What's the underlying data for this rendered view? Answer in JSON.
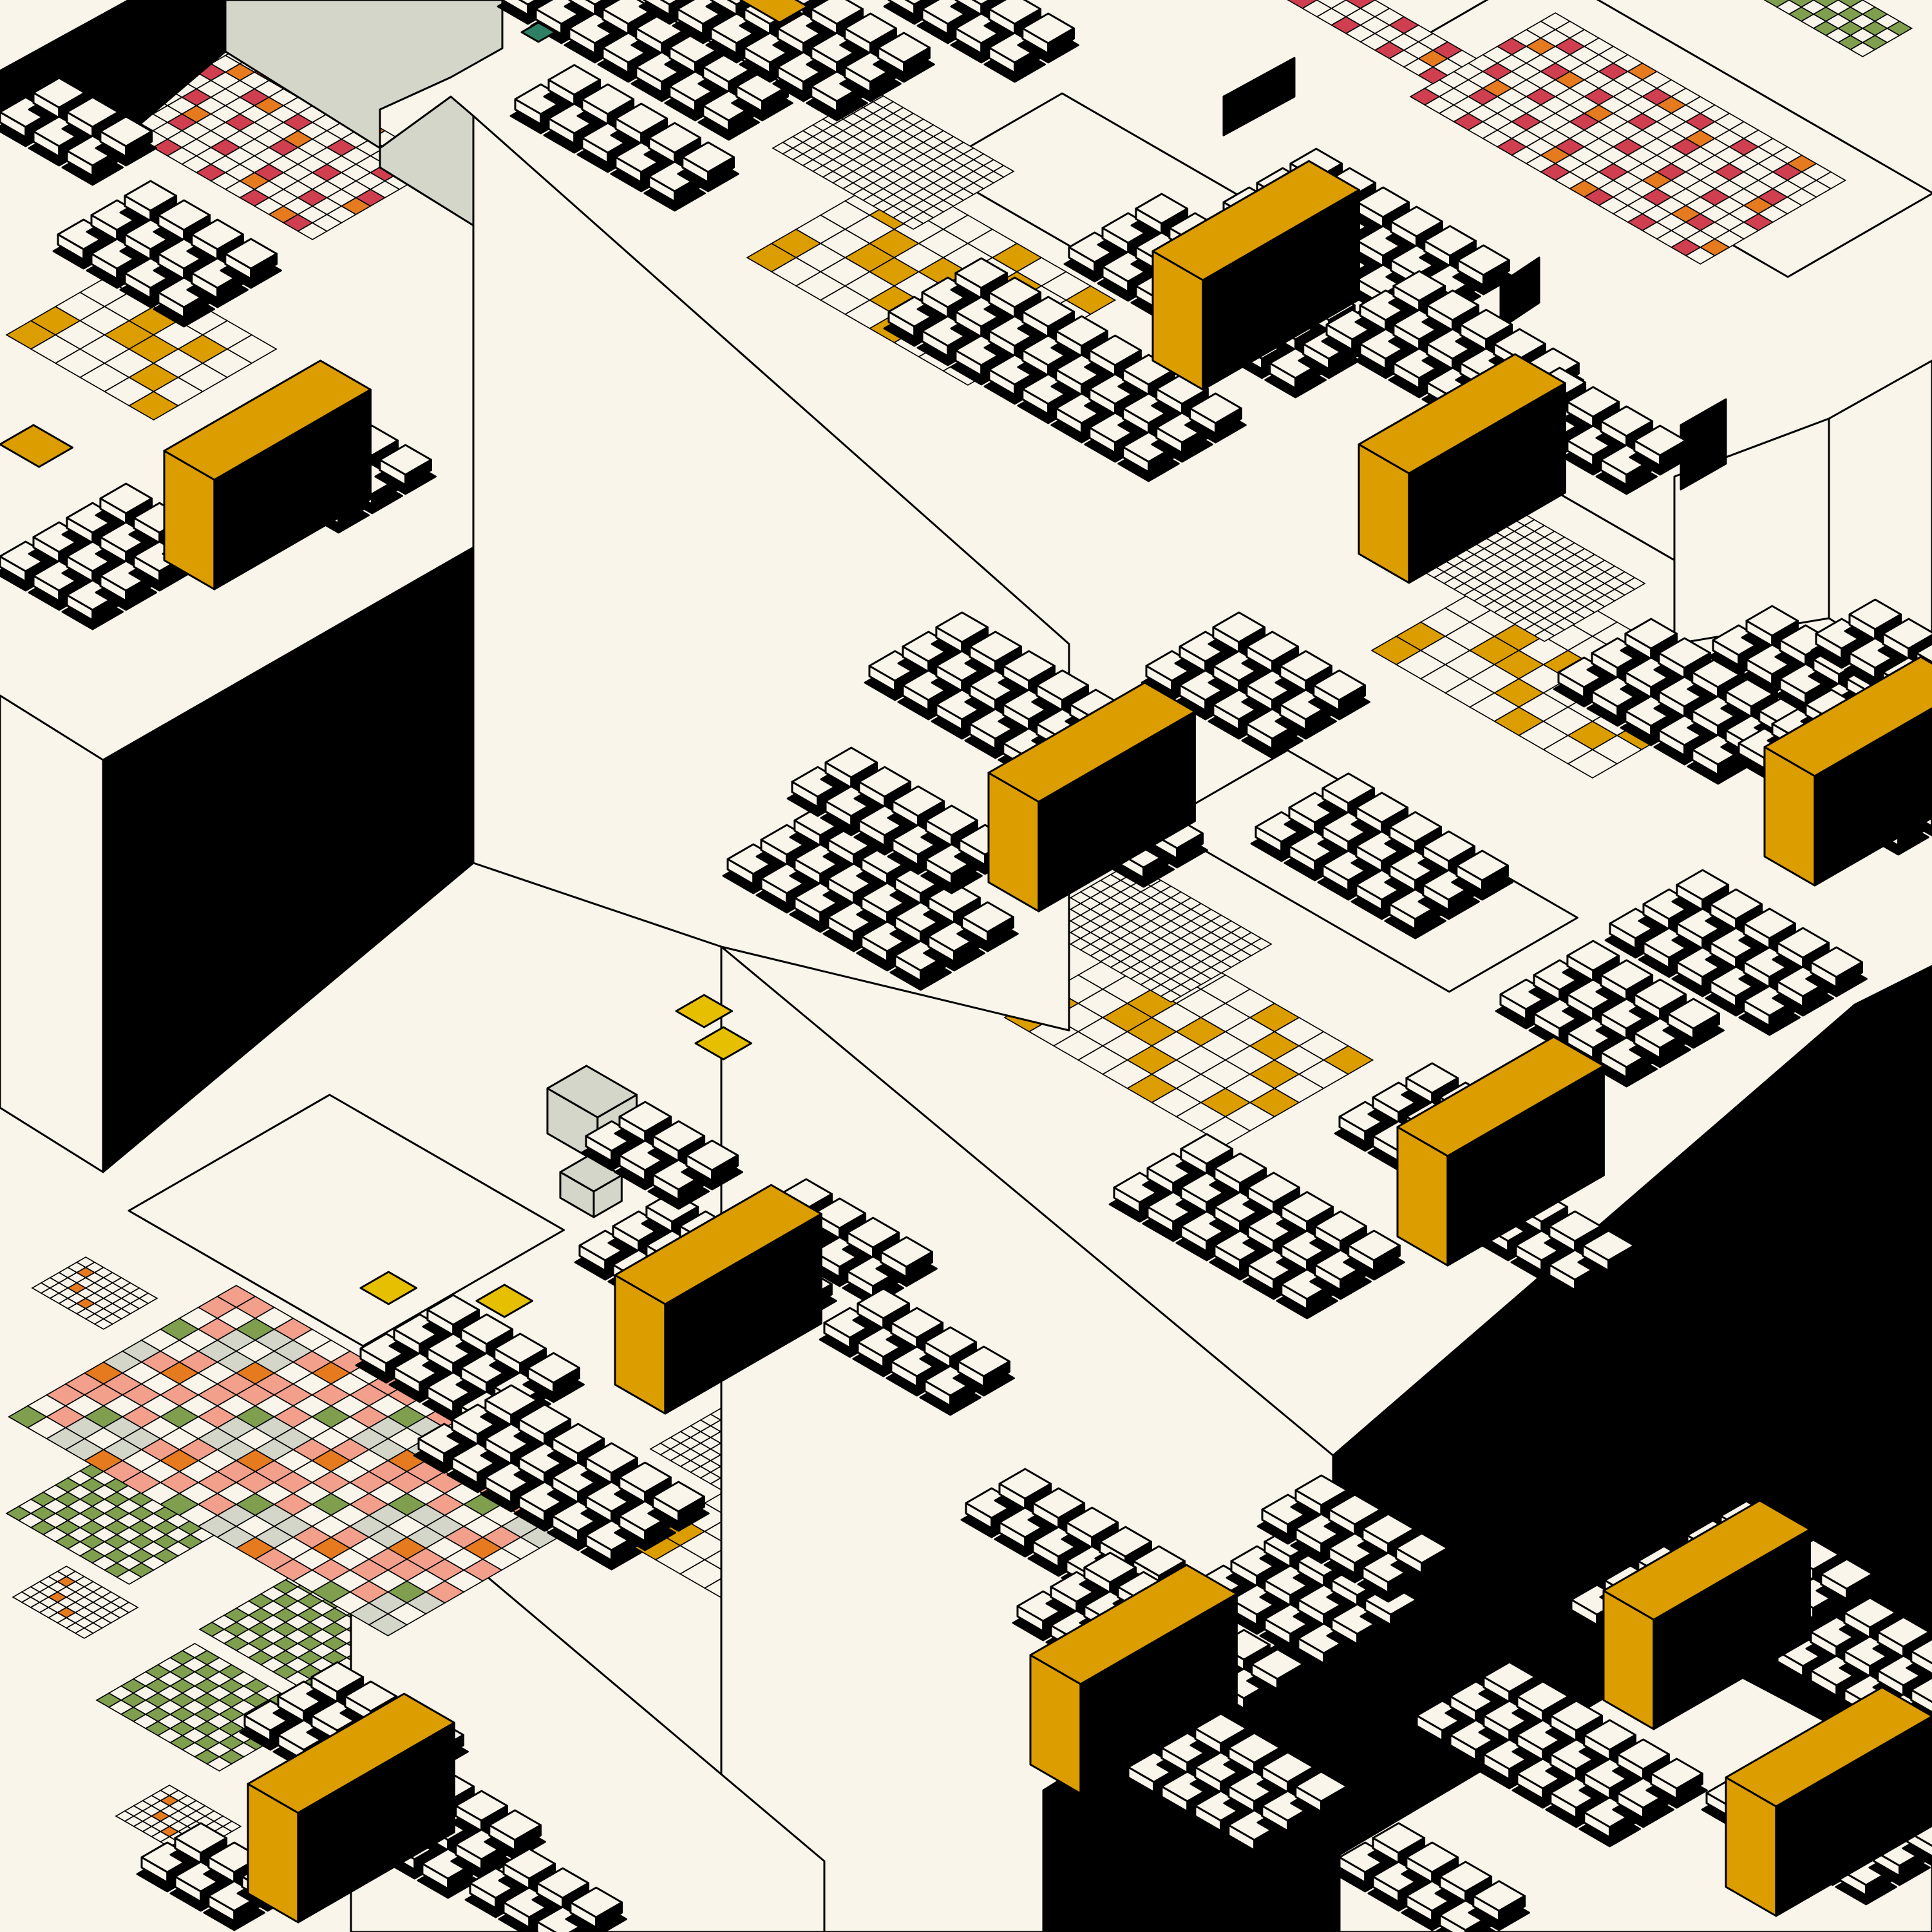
{
  "palette": {
    "paper": "#faf5ea",
    "ink": "#000000",
    "amber": "#dc9d00",
    "yellow": "#e6c000",
    "grey": "#d4d6c9",
    "green": "#7f9f4f",
    "salmon": "#f2a08c",
    "red": "#cf3f4f",
    "orange": "#e57a1f",
    "teal": "#2e7f64"
  },
  "motifs": [
    "isometric-city-blocks",
    "stepped-towers",
    "amber-slabs",
    "tile-grids",
    "parking-patterns"
  ]
}
